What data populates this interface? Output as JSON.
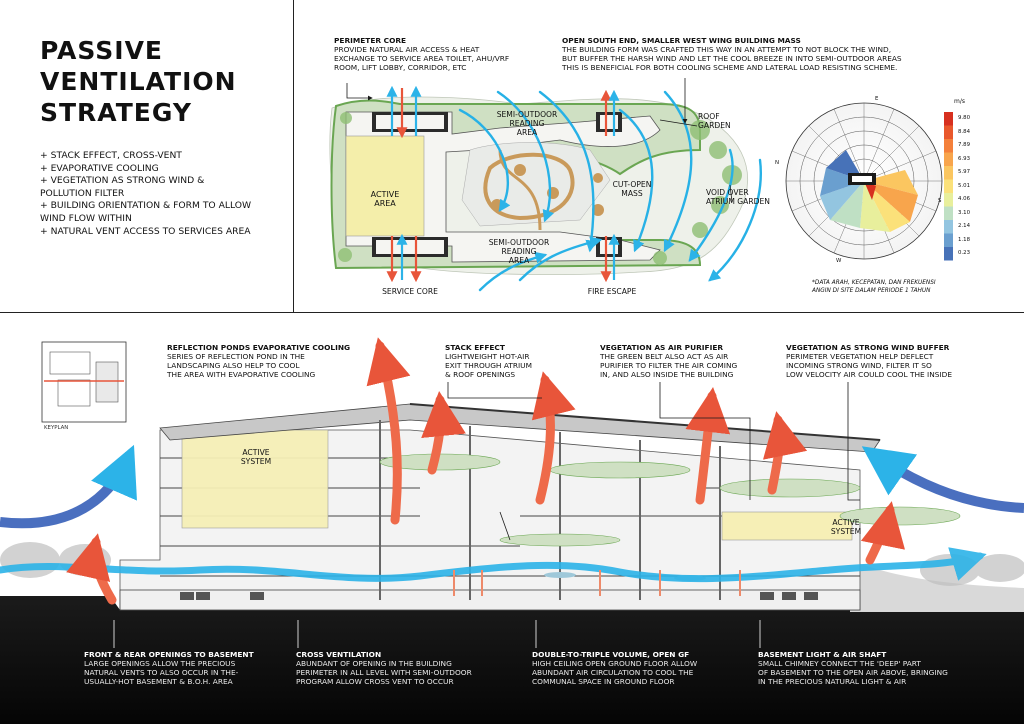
{
  "title": {
    "line1": "PASSIVE",
    "line2": "VENTILATION",
    "line3": "STRATEGY"
  },
  "strategies": [
    "+ STACK EFFECT, CROSS-VENT",
    "+ EVAPORATIVE COOLING",
    "+ VEGETATION AS STRONG WIND &",
    "   POLLUTION FILTER",
    "+ BUILDING ORIENTATION & FORM TO ALLOW",
    "   WIND FLOW WITHIN",
    "+ NATURAL VENT ACCESS TO SERVICES AREA"
  ],
  "plan": {
    "perimeter_core": {
      "heading": "PERIMETER CORE",
      "lines": [
        "PROVIDE NATURAL AIR ACCESS & HEAT",
        "EXCHANGE TO SERVICE AREA TOILET, AHU/VRF",
        "ROOM, LIFT LOBBY, CORRIDOR, ETC"
      ]
    },
    "south_end": {
      "heading": "OPEN SOUTH END, SMALLER WEST WING BUILDING MASS",
      "lines": [
        "THE BUILDING FORM WAS CRAFTED THIS WAY IN AN ATTEMPT TO NOT BLOCK THE WIND,",
        "BUT BUFFER THE HARSH WIND AND LET THE COOL BREEZE IN INTO SEMI-OUTDOOR AREAS",
        "THIS IS BENEFICIAL FOR BOTH COOLING SCHEME AND LATERAL LOAD RESISTING SCHEME."
      ]
    },
    "labels": {
      "semi_outdoor_top": [
        "SEMI-OUTDOOR",
        "READING",
        "AREA"
      ],
      "semi_outdoor_bottom": [
        "SEMI-OUTDOOR",
        "READING",
        "AREA"
      ],
      "roof_garden": [
        "ROOF",
        "GARDEN"
      ],
      "active_area": [
        "ACTIVE",
        "AREA"
      ],
      "cut_open": [
        "CUT-OPEN",
        "MASS"
      ],
      "void": [
        "VOID OVER",
        "ATRIUM GARDEN"
      ],
      "service_core": "SERVICE CORE",
      "fire_escape": "FIRE ESCAPE"
    }
  },
  "wind_rose": {
    "unit": "m/s",
    "legend": [
      "9.80",
      "8.84",
      "7.89",
      "6.93",
      "5.97",
      "5.01",
      "4.06",
      "3.10",
      "2.14",
      "1.18",
      "0.23"
    ],
    "legend_colors": [
      "#d7301f",
      "#e9582c",
      "#f4803b",
      "#f8a54c",
      "#fbc660",
      "#fbe17a",
      "#e8ef9c",
      "#bfe0c4",
      "#93c5e0",
      "#6a9fcf",
      "#4772b8"
    ],
    "compass": {
      "n": "N",
      "s": "S",
      "e": "E",
      "w": "W"
    },
    "note": [
      "*DATA ARAH, KECEPATAN, DAN FREKUENSI",
      "ANGIN DI SITE DALAM PERIODE 1 TAHUN"
    ]
  },
  "section": {
    "keyplan_label": "KEYPLAN",
    "reflection": {
      "heading": "REFLECTION PONDS EVAPORATIVE COOLING",
      "lines": [
        "SERIES OF REFLECTION POND IN THE",
        "LANDSCAPING ALSO HELP TO COOL",
        "THE AREA WITH EVAPORATIVE COOLING"
      ]
    },
    "stack": {
      "heading": "STACK EFFECT",
      "lines": [
        "LIGHTWEIGHT HOT-AIR",
        "EXIT THROUGH ATRIUM",
        "& ROOF OPENINGS"
      ]
    },
    "purifier": {
      "heading": "VEGETATION AS AIR PURIFIER",
      "lines": [
        "THE GREEN BELT ALSO ACT AS AIR",
        "PURIFIER TO FILTER THE AIR COMING",
        "IN, AND ALSO INSIDE THE BUILDING"
      ]
    },
    "buffer": {
      "heading": "VEGETATION AS STRONG WIND BUFFER",
      "lines": [
        "PERIMETER VEGETATION HELP DEFLECT",
        "INCOMING STRONG WIND, FILTER IT SO",
        "LOW VELOCITY AIR COULD COOL THE INSIDE"
      ]
    },
    "active_system_1": [
      "ACTIVE",
      "SYSTEM"
    ],
    "active_system_2": [
      "ACTIVE",
      "SYSTEM"
    ]
  },
  "bottom": {
    "openings": {
      "heading": "FRONT & REAR OPENINGS TO BASEMENT",
      "lines": [
        "LARGE OPENINGS ALLOW THE PRECIOUS",
        "NATURAL VENTS TO ALSO OCCUR IN THE-",
        "USUALLY-HOT BASEMENT & B.O.H. AREA"
      ]
    },
    "cross": {
      "heading": "CROSS VENTILATION",
      "lines": [
        "ABUNDANT OF OPENING IN THE BUILDING",
        "PERIMETER IN ALL LEVEL WITH SEMI-OUTDOOR",
        "PROGRAM ALLOW CROSS VENT TO OCCUR"
      ]
    },
    "double": {
      "heading": "DOUBLE-TO-TRIPLE VOLUME, OPEN GF",
      "lines": [
        "HIGH CEILING OPEN GROUND FLOOR ALLOW",
        "ABUNDANT AIR CIRCULATION TO COOL THE",
        "COMMUNAL SPACE IN GROUND FLOOR"
      ]
    },
    "shaft": {
      "heading": "BASEMENT LIGHT & AIR SHAFT",
      "lines": [
        "SMALL CHIMNEY CONNECT THE 'DEEP' PART",
        "OF BASEMENT TO THE OPEN AIR ABOVE, BRINGING",
        "IN THE PRECIOUS NATURAL LIGHT & AIR"
      ]
    }
  }
}
